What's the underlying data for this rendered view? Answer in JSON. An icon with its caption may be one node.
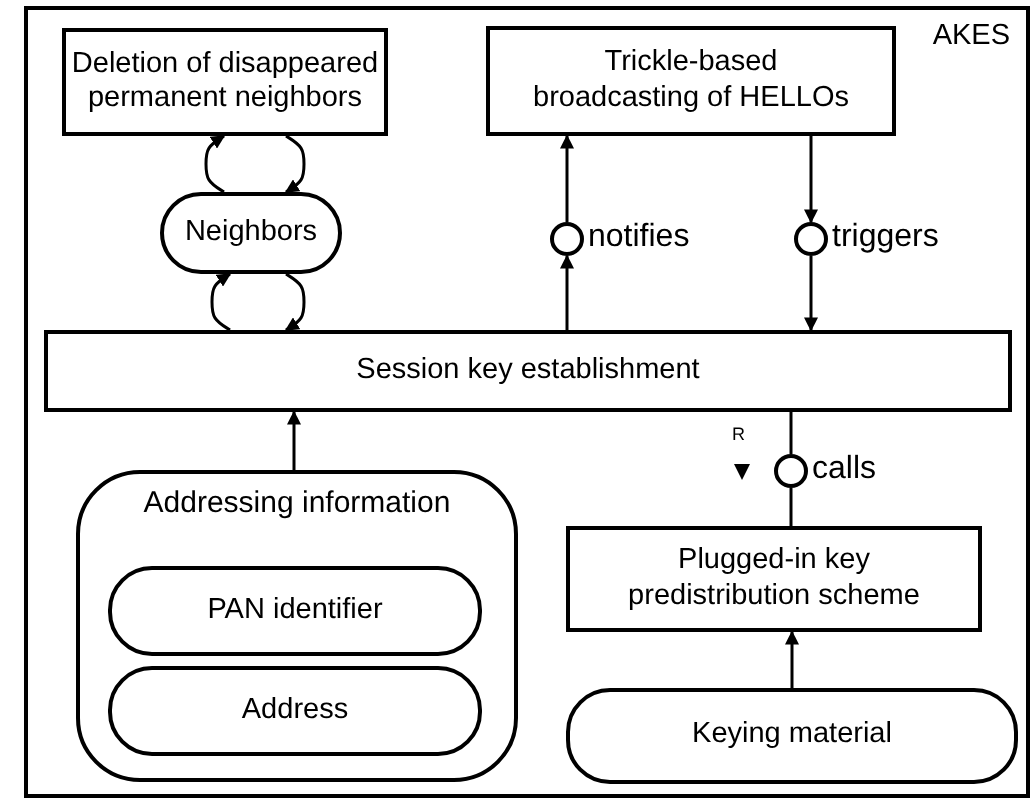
{
  "diagram": {
    "nodes": [
      {
        "text": [
          "AKES"
        ]
      },
      {
        "text": [
          "Deletion of disappeared permanent neighbors"
        ],
        "in": 0
      },
      {
        "text": [
          "Trickle-based broadcasting of HELLOs"
        ],
        "in": 0
      },
      {
        "text": [
          "Neighbors"
        ],
        "in": 0
      },
      {
        "text": [],
        "shape": "circle",
        "in": 0,
        "beside": [
          "notifies"
        ]
      },
      {
        "text": [],
        "shape": "circle",
        "in": 0,
        "beside": [
          "triggers"
        ]
      },
      {
        "text": [
          "Session key establishment"
        ],
        "in": 0
      },
      {
        "text": [],
        "shape": "circle",
        "in": 0,
        "beside": [
          "calls"
        ]
      },
      {
        "text": [
          "Addressing information"
        ],
        "in": 0
      },
      {
        "text": [
          "PAN identifier"
        ],
        "in": 8
      },
      {
        "text": [
          "Address"
        ],
        "in": 8
      },
      {
        "text": [
          "Plugged-in key predistribution scheme"
        ],
        "in": 0
      },
      {
        "text": [
          "Keying material"
        ],
        "in": 0
      }
    ],
    "edges": [
      {
        "from": 3,
        "to": 1,
        "arrow": "to"
      },
      {
        "from": 1,
        "to": 3,
        "arrow": "to"
      },
      {
        "from": 6,
        "to": 3,
        "arrow": "to"
      },
      {
        "from": 3,
        "to": 6,
        "arrow": "to"
      },
      {
        "from": 6,
        "to": 4,
        "arrow": "to"
      },
      {
        "from": 4,
        "to": 2,
        "arrow": "to"
      },
      {
        "from": 2,
        "to": 5,
        "arrow": "to"
      },
      {
        "from": 5,
        "to": 6,
        "arrow": "to"
      },
      {
        "from": 6,
        "to": 7,
        "arrow": "none"
      },
      {
        "from": 7,
        "to": 11,
        "arrow": "none"
      },
      {
        "from": 8,
        "to": 6,
        "arrow": "to"
      },
      {
        "from": 12,
        "to": 11,
        "arrow": "to"
      }
    ],
    "labels": [
      "R"
    ]
  }
}
